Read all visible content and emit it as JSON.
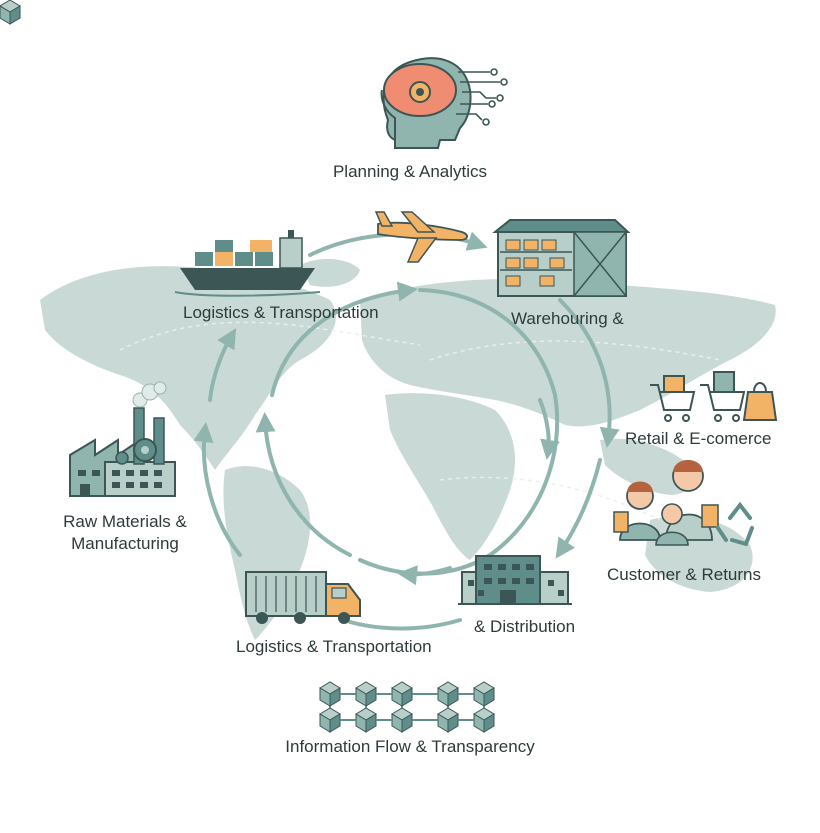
{
  "diagram": {
    "nodes": {
      "planning": {
        "label": "Planning & Analytics",
        "icon": "brain-gear-icon"
      },
      "ship": {
        "label": "Logistics & Transportation",
        "icon": "cargo-ship-icon"
      },
      "warehouse": {
        "label": "Warehouring &",
        "icon": "warehouse-icon"
      },
      "retail": {
        "label": "Retail & E-comerce",
        "icon": "shopping-cart-icon"
      },
      "customer": {
        "label": "Customer & Returns",
        "icon": "family-recycle-icon"
      },
      "distribution": {
        "label": "& Distribution",
        "icon": "distribution-building-icon"
      },
      "truck": {
        "label": "Logistics & Transportation",
        "icon": "cargo-truck-icon"
      },
      "manufacturing": {
        "label_line1": "Raw Materials &",
        "label_line2": "Manufacturing",
        "icon": "factory-icon"
      },
      "airplane": {
        "icon": "airplane-icon"
      }
    },
    "information_flow": {
      "label": "Information Flow & Transparency",
      "icon": "blockchain-cubes-icon"
    }
  },
  "colors": {
    "map": "#c9dad6",
    "ring": "#8fb5ae",
    "teal": "#5f8e8a",
    "dark": "#3c5656",
    "orange": "#f2b366",
    "coral": "#ef8c72",
    "sage": "#b7cfc8"
  }
}
